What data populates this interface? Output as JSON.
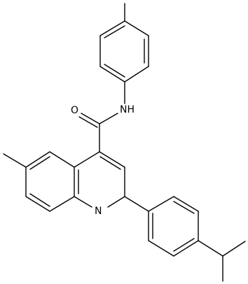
{
  "molecule": {
    "atom_labels": {
      "nh": "NH",
      "carbonyl_o": "O",
      "ring_n": "N"
    },
    "colors": {
      "bond": "#000000",
      "label": "#000000",
      "background": "#ffffff"
    }
  }
}
